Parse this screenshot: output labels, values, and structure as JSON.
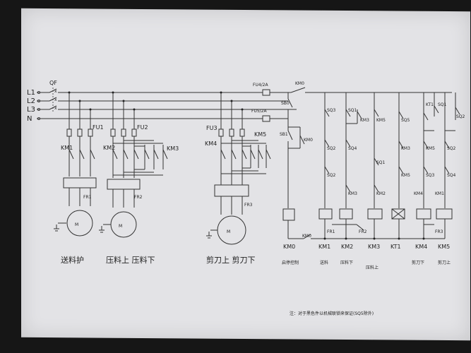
{
  "diagram": {
    "lines": [
      "L1",
      "L2",
      "L3",
      "N"
    ],
    "breaker": "QF",
    "top_fuse": "FU4/2A",
    "top_contact": "KM0",
    "mid_fuse": "FU5/2A",
    "motors": [
      {
        "fuse": "FU1",
        "contactors": [
          "KM1"
        ],
        "relay": "FR1",
        "name": "送料护"
      },
      {
        "fuse": "FU2",
        "contactors": [
          "KM2",
          "KM3"
        ],
        "relay": "FR2",
        "name": "压料上 压料下"
      },
      {
        "fuse": "FU3",
        "contactors": [
          "KM4",
          "KM5"
        ],
        "relay": "FR3",
        "name": "剪刀上 剪刀下"
      }
    ],
    "control": {
      "switches": [
        "SB0",
        "SB1",
        "KM0"
      ],
      "coil": "KM0",
      "column_top_labels": [
        "SQ3",
        "SQ1",
        "KM3",
        "KM5",
        "SQ5",
        "KT1",
        "SQ1",
        "SQ2"
      ],
      "column_mid_labels": [
        "SQ2",
        "SQ4",
        "SQ1",
        "KM3",
        "KM5",
        "SQ2",
        "SQ3",
        "SQ4"
      ],
      "column_low_labels": [
        "SQ2",
        "KM3",
        "KM2",
        "KM5",
        "KM4",
        "KM1"
      ],
      "coil_labels": [
        "KM0",
        "KM1",
        "KM2",
        "KM3",
        "KT1",
        "KM4",
        "KM5"
      ],
      "relay_labels": [
        "FR1",
        "FR2",
        "FR3"
      ],
      "column_names": [
        "启停控制",
        "送料",
        "压料下",
        "压料上",
        "剪刀下",
        "剪刀上"
      ]
    },
    "note": "注：对于黑色件以机械联锁来保证(SQ5除外)"
  }
}
